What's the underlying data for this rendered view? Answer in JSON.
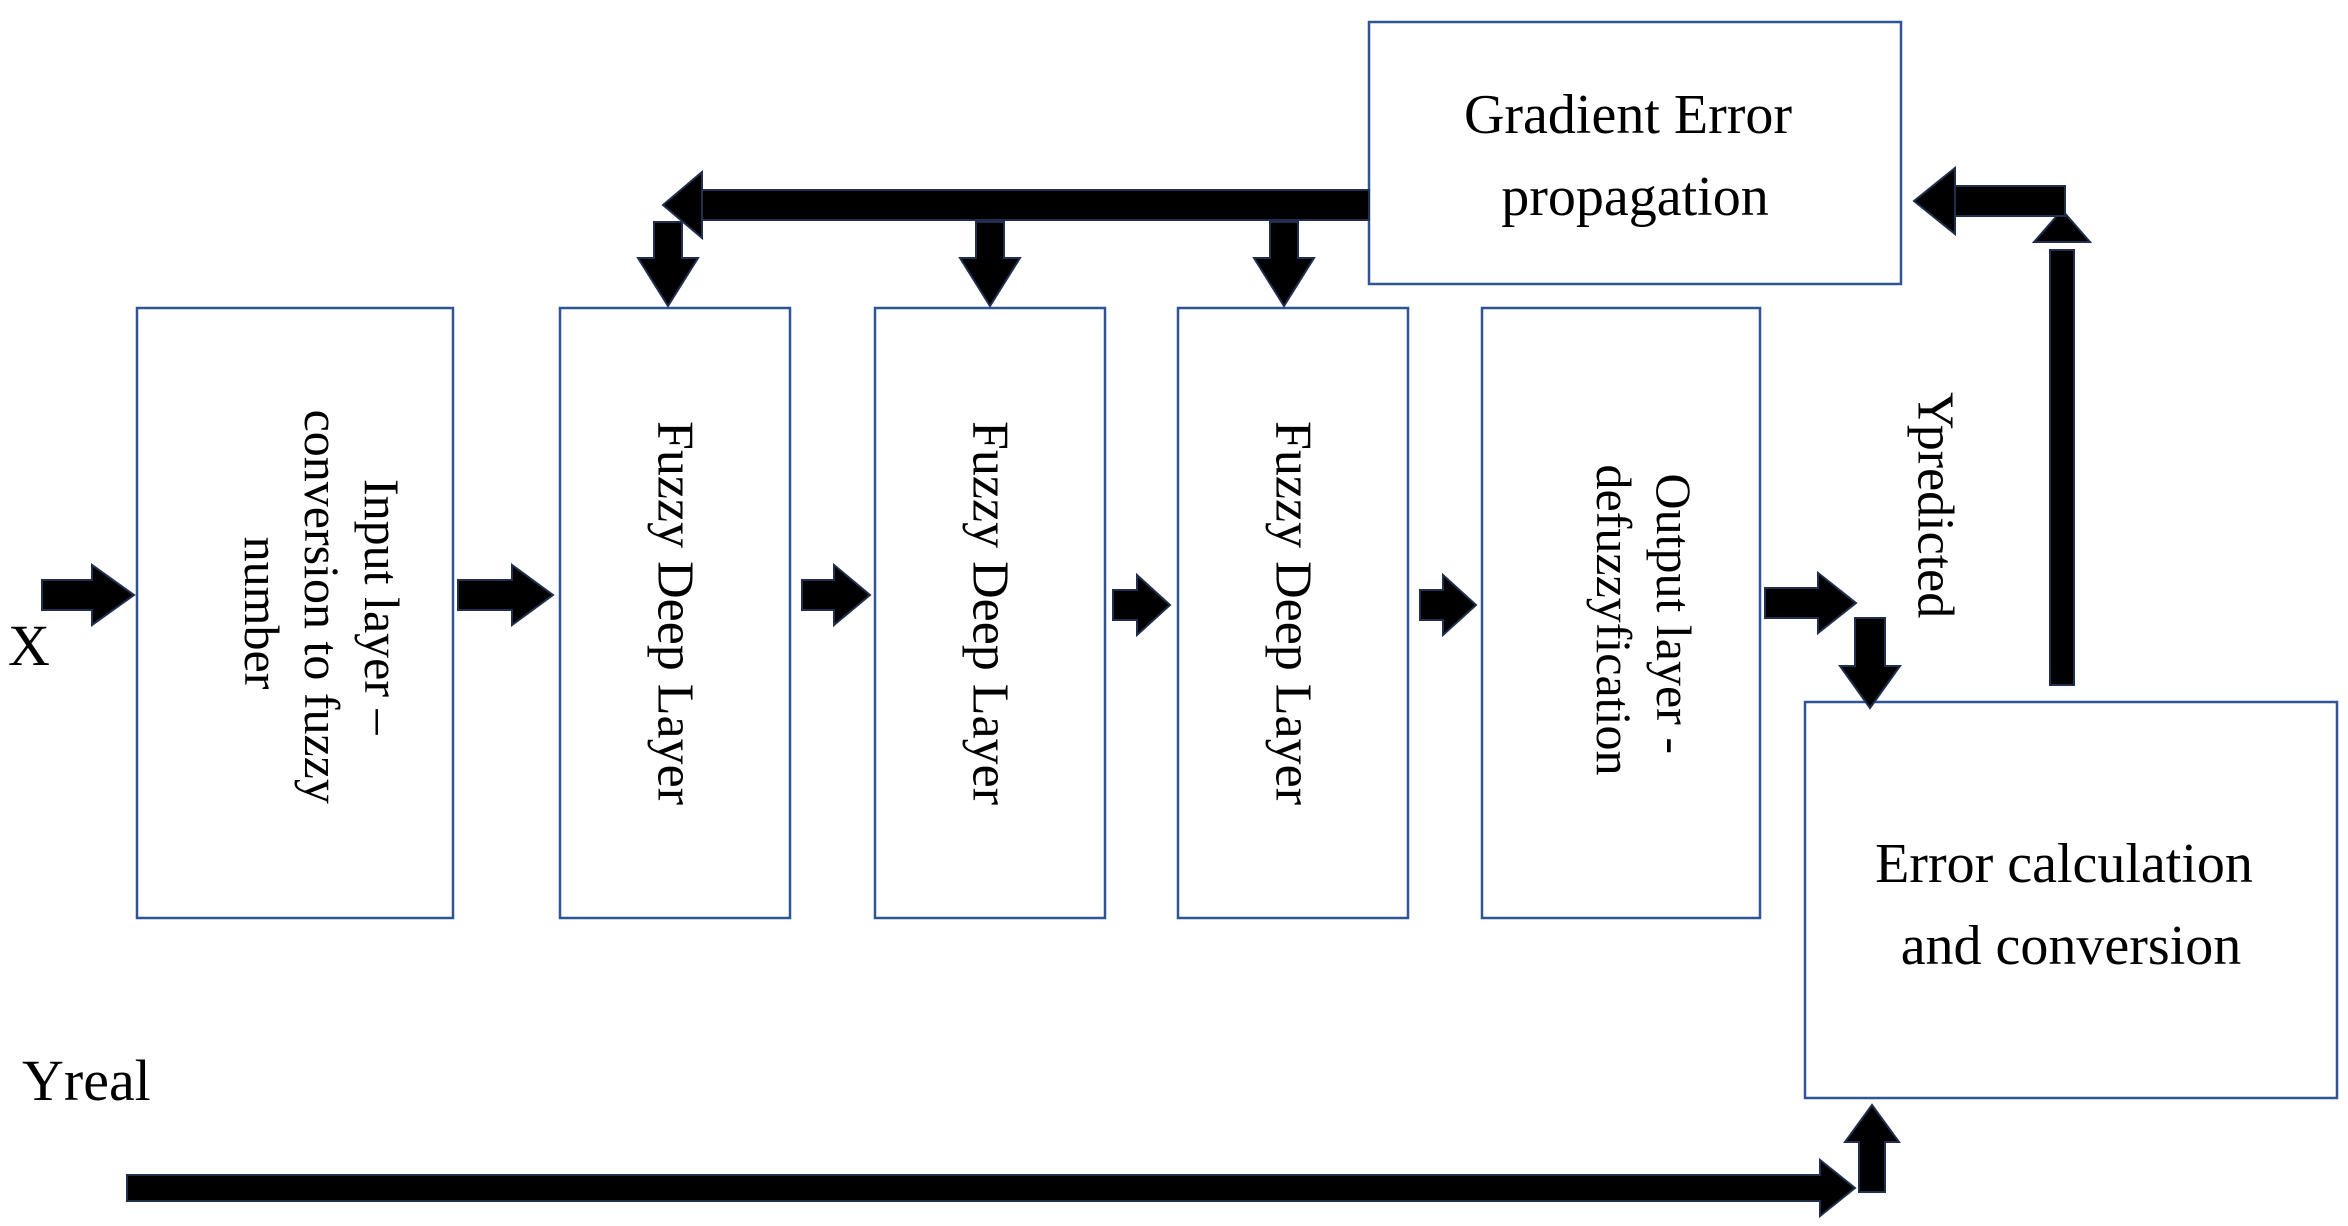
{
  "diagram": {
    "inputs": {
      "x_label": "X",
      "yreal_label": "Yreal",
      "ypredicted_label": "Ypredicted"
    },
    "boxes": {
      "input_layer": [
        "Input layer –",
        "conversion to fuzzy",
        "number"
      ],
      "fuzzy_layer_1": "Fuzzy Deep Layer",
      "fuzzy_layer_2": "Fuzzy Deep Layer",
      "fuzzy_layer_3": "Fuzzy Deep Layer",
      "output_layer": [
        "Output layer -",
        "defuzzyfication"
      ],
      "gradient": [
        "Gradient Error",
        "propagation"
      ],
      "error_calc": [
        "Error calculation",
        "and conversion"
      ]
    }
  },
  "colors": {
    "box_border": "#2f5597",
    "arrow_fill": "#000000"
  }
}
